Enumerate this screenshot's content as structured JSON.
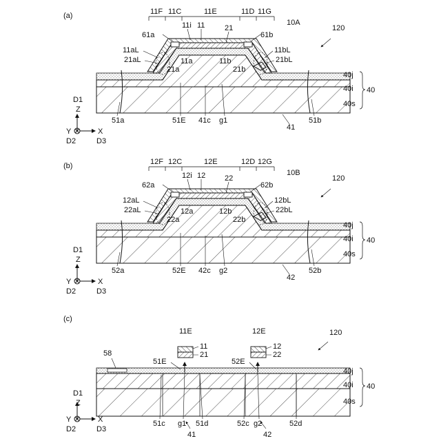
{
  "panels": [
    {
      "id": "a",
      "label": "(a)",
      "dim_labels": [
        "11F",
        "11C",
        "11E",
        "11D",
        "11G"
      ],
      "labels": {
        "assembly": "10A",
        "apparatus": "120",
        "pad_left": "61a",
        "pad_right": "61b",
        "film_i": "11i",
        "film_top": "11",
        "film_bottom": "21",
        "left_top_end": "11aL",
        "left_bottom_end": "21aL",
        "left_top_part": "11a",
        "left_bottom_part": "21a",
        "right_top_part": "11b",
        "right_bottom_part": "21b",
        "right_top_end": "11bL",
        "right_bottom_end": "21bL",
        "hole_left": "51a",
        "hole_center": "51E",
        "center": "41c",
        "gap": "g1",
        "region": "41",
        "hole_right": "51b"
      }
    },
    {
      "id": "b",
      "label": "(b)",
      "dim_labels": [
        "12F",
        "12C",
        "12E",
        "12D",
        "12G"
      ],
      "labels": {
        "assembly": "10B",
        "apparatus": "120",
        "pad_left": "62a",
        "pad_right": "62b",
        "film_i": "12i",
        "film_top": "12",
        "film_bottom": "22",
        "left_top_end": "12aL",
        "left_bottom_end": "22aL",
        "left_top_part": "12a",
        "left_bottom_part": "22a",
        "right_top_part": "12b",
        "right_bottom_part": "22b",
        "right_top_end": "12bL",
        "right_bottom_end": "22bL",
        "hole_left": "52a",
        "hole_center": "52E",
        "center": "42c",
        "gap": "g2",
        "region": "42",
        "hole_right": "52b"
      }
    }
  ],
  "panel_c": {
    "label": "(c)",
    "apparatus": "120",
    "stack1": {
      "title": "11E",
      "top": "11",
      "bottom": "21",
      "hole": "51E"
    },
    "stack2": {
      "title": "12E",
      "top": "12",
      "bottom": "22",
      "hole": "52E"
    },
    "label_58": "58",
    "bottom_labels": [
      "51c",
      "g1",
      "51d",
      "52c",
      "g2",
      "52d"
    ],
    "region1": "41",
    "region2": "42"
  },
  "layers": {
    "j": "40j",
    "i": "40i",
    "s": "40s",
    "group": "40"
  },
  "axes": {
    "d1": "D1",
    "z": "Z",
    "y": "Y",
    "x": "X",
    "d2": "D2",
    "d3": "D3"
  }
}
